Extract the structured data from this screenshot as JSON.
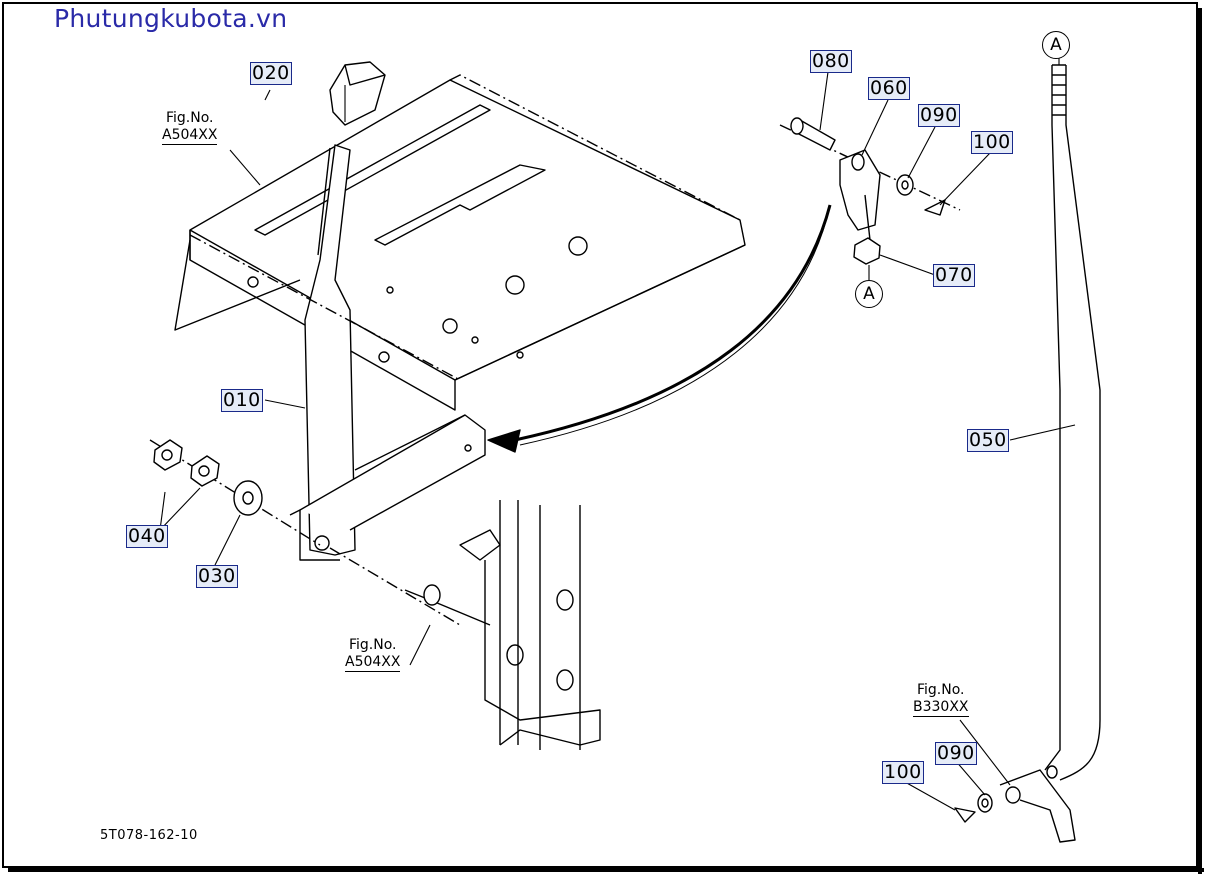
{
  "site_title": "Phutungkubota.vn",
  "drawing_code": "5T078-162-10",
  "part_labels": {
    "p010": "010",
    "p020": "020",
    "p030": "030",
    "p040": "040",
    "p050": "050",
    "p060": "060",
    "p070": "070",
    "p080": "080",
    "p090a": "090",
    "p090b": "090",
    "p100a": "100",
    "p100b": "100"
  },
  "figure_refs": {
    "fig1": {
      "label": "Fig.No.",
      "number": "A504XX"
    },
    "fig2": {
      "label": "Fig.No.",
      "number": "A504XX"
    },
    "fig3": {
      "label": "Fig.No.",
      "number": "B330XX"
    }
  },
  "connector_marks": {
    "top": "A",
    "mid": "A"
  },
  "colors": {
    "title": "#2a2aa8",
    "label_border": "#1a2a8a",
    "label_fill": "#e6ecf8",
    "line": "#000000"
  }
}
